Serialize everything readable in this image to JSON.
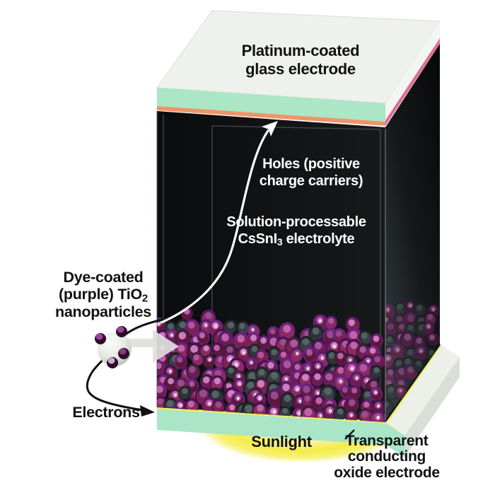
{
  "figure": {
    "labels": {
      "platinum": {
        "line1": "Platinum-coated",
        "line2": "glass electrode"
      },
      "holes": {
        "line1": "Holes (positive",
        "line2": "charge carriers)"
      },
      "electrolyte": {
        "line1": "Solution-processable",
        "formula_pre": "CsSnI",
        "formula_sub": "3",
        "line2_rest": " electrolyte"
      },
      "dye": {
        "line1": "Dye-coated",
        "line2_pre": "(purple) TiO",
        "line2_sub": "2",
        "line3": "nanoparticles"
      },
      "electrons": "Electrons",
      "sunlight": "Sunlight",
      "tco": {
        "line1": "Transparent",
        "line2": "conducting",
        "line3": "oxide electrode"
      }
    },
    "colors": {
      "background": "#ffffff",
      "glass_top": "#eff1ed",
      "glass_side": "#f3f5f1",
      "mint_layer": "#abe6c6",
      "platinum_front": "#ef9468",
      "platinum_side": "#dd6f95",
      "cell_black": "#0c0d0e",
      "tco_front": "#aae5c7",
      "tco_top": "#edefe9",
      "tco_side": "#d8dfd7",
      "sunlight_core": "#f4ec48",
      "seam_yellow": "#eef263",
      "text_dark": "#111111",
      "text_light": "#ffffff",
      "tio2_sphere_gray": "#dfe3de",
      "dye_dot_purple": "#a34c9b"
    },
    "particles": {
      "seed": 12,
      "gray_fraction": 0.2,
      "bright": "#ecdcee",
      "purple": {
        "rim": [
          "#5a1a67",
          "#6e2280",
          "#471150",
          "#3c1f3a"
        ],
        "body": [
          "#7c2150",
          "#8e2a62",
          "#5f173d",
          "#6b1d55"
        ],
        "highlight": [
          "#c468b2",
          "#b05ba4",
          "#d287c9",
          "#99508f"
        ]
      },
      "gray": {
        "rim": [
          "#1e2326"
        ],
        "body": [
          "#383f43",
          "#2e3437"
        ],
        "highlight": [
          "#5a646b"
        ]
      }
    }
  }
}
